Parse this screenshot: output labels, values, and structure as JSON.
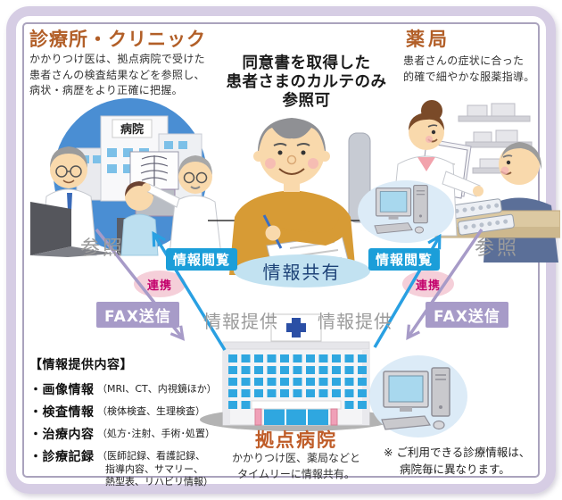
{
  "clinic": {
    "title": "診療所・クリニック",
    "desc1": "かかりつけ医は、拠点病院で受けた",
    "desc2": "患者さんの検査結果などを参照し、",
    "desc3": "病状・病歴をより正確に把握。",
    "building_sign": "病院",
    "ref_label": "参照"
  },
  "consent": {
    "line1": "同意書を取得した",
    "line2": "患者さまのカルテのみ",
    "line3": "参照可"
  },
  "pharmacy": {
    "title": "薬局",
    "desc1": "患者さんの症状に合った",
    "desc2": "的確で細やかな服薬指導。",
    "ref_label": "参照"
  },
  "flow": {
    "info_view": "情報閲覧",
    "renkei": "連携",
    "fax": "FAX送信",
    "info_provide": "情報提供",
    "share": "情報共有"
  },
  "hub": {
    "title": "拠点病院",
    "desc1": "かかりつけ医、薬局などと",
    "desc2": "タイムリーに情報共有。"
  },
  "info_content": {
    "heading": "【情報提供内容】",
    "items": [
      {
        "term": "・画像情報",
        "line1": "（MRI、CT、内視鏡ほか）"
      },
      {
        "term": "・検査情報",
        "line1": "（検体検査、生理検査）"
      },
      {
        "term": "・治療内容",
        "line1": "（処方･注射、手術･処置）"
      },
      {
        "term": "・診療記録",
        "line1": "（医師記録、看護記録、",
        "line2": "指導内容、サマリー、",
        "line3": "熱型表、リハビリ情報）"
      }
    ]
  },
  "footnote": {
    "line1": "※ ご利用できる診療情報は、",
    "line2": "病院毎に異なります。"
  },
  "colors": {
    "heading_orange": "#b25f28",
    "hub_orange": "#bf5c28",
    "badge_blue": "#1b9ed9",
    "badge_purple": "#a79bc8",
    "renkei_bg": "#f5cfd9",
    "renkei_text": "#c3006c",
    "share_bg": "#c2e2f1",
    "share_text": "#1d4277",
    "gray_label": "#9b9b9b",
    "arrow_blue": "#29a0e2",
    "arrow_purple": "#a79bc8",
    "frame_outer": "#d6cde4",
    "frame_inner_line": "#aaa3bd",
    "window_blue": "#2fa7e0"
  }
}
